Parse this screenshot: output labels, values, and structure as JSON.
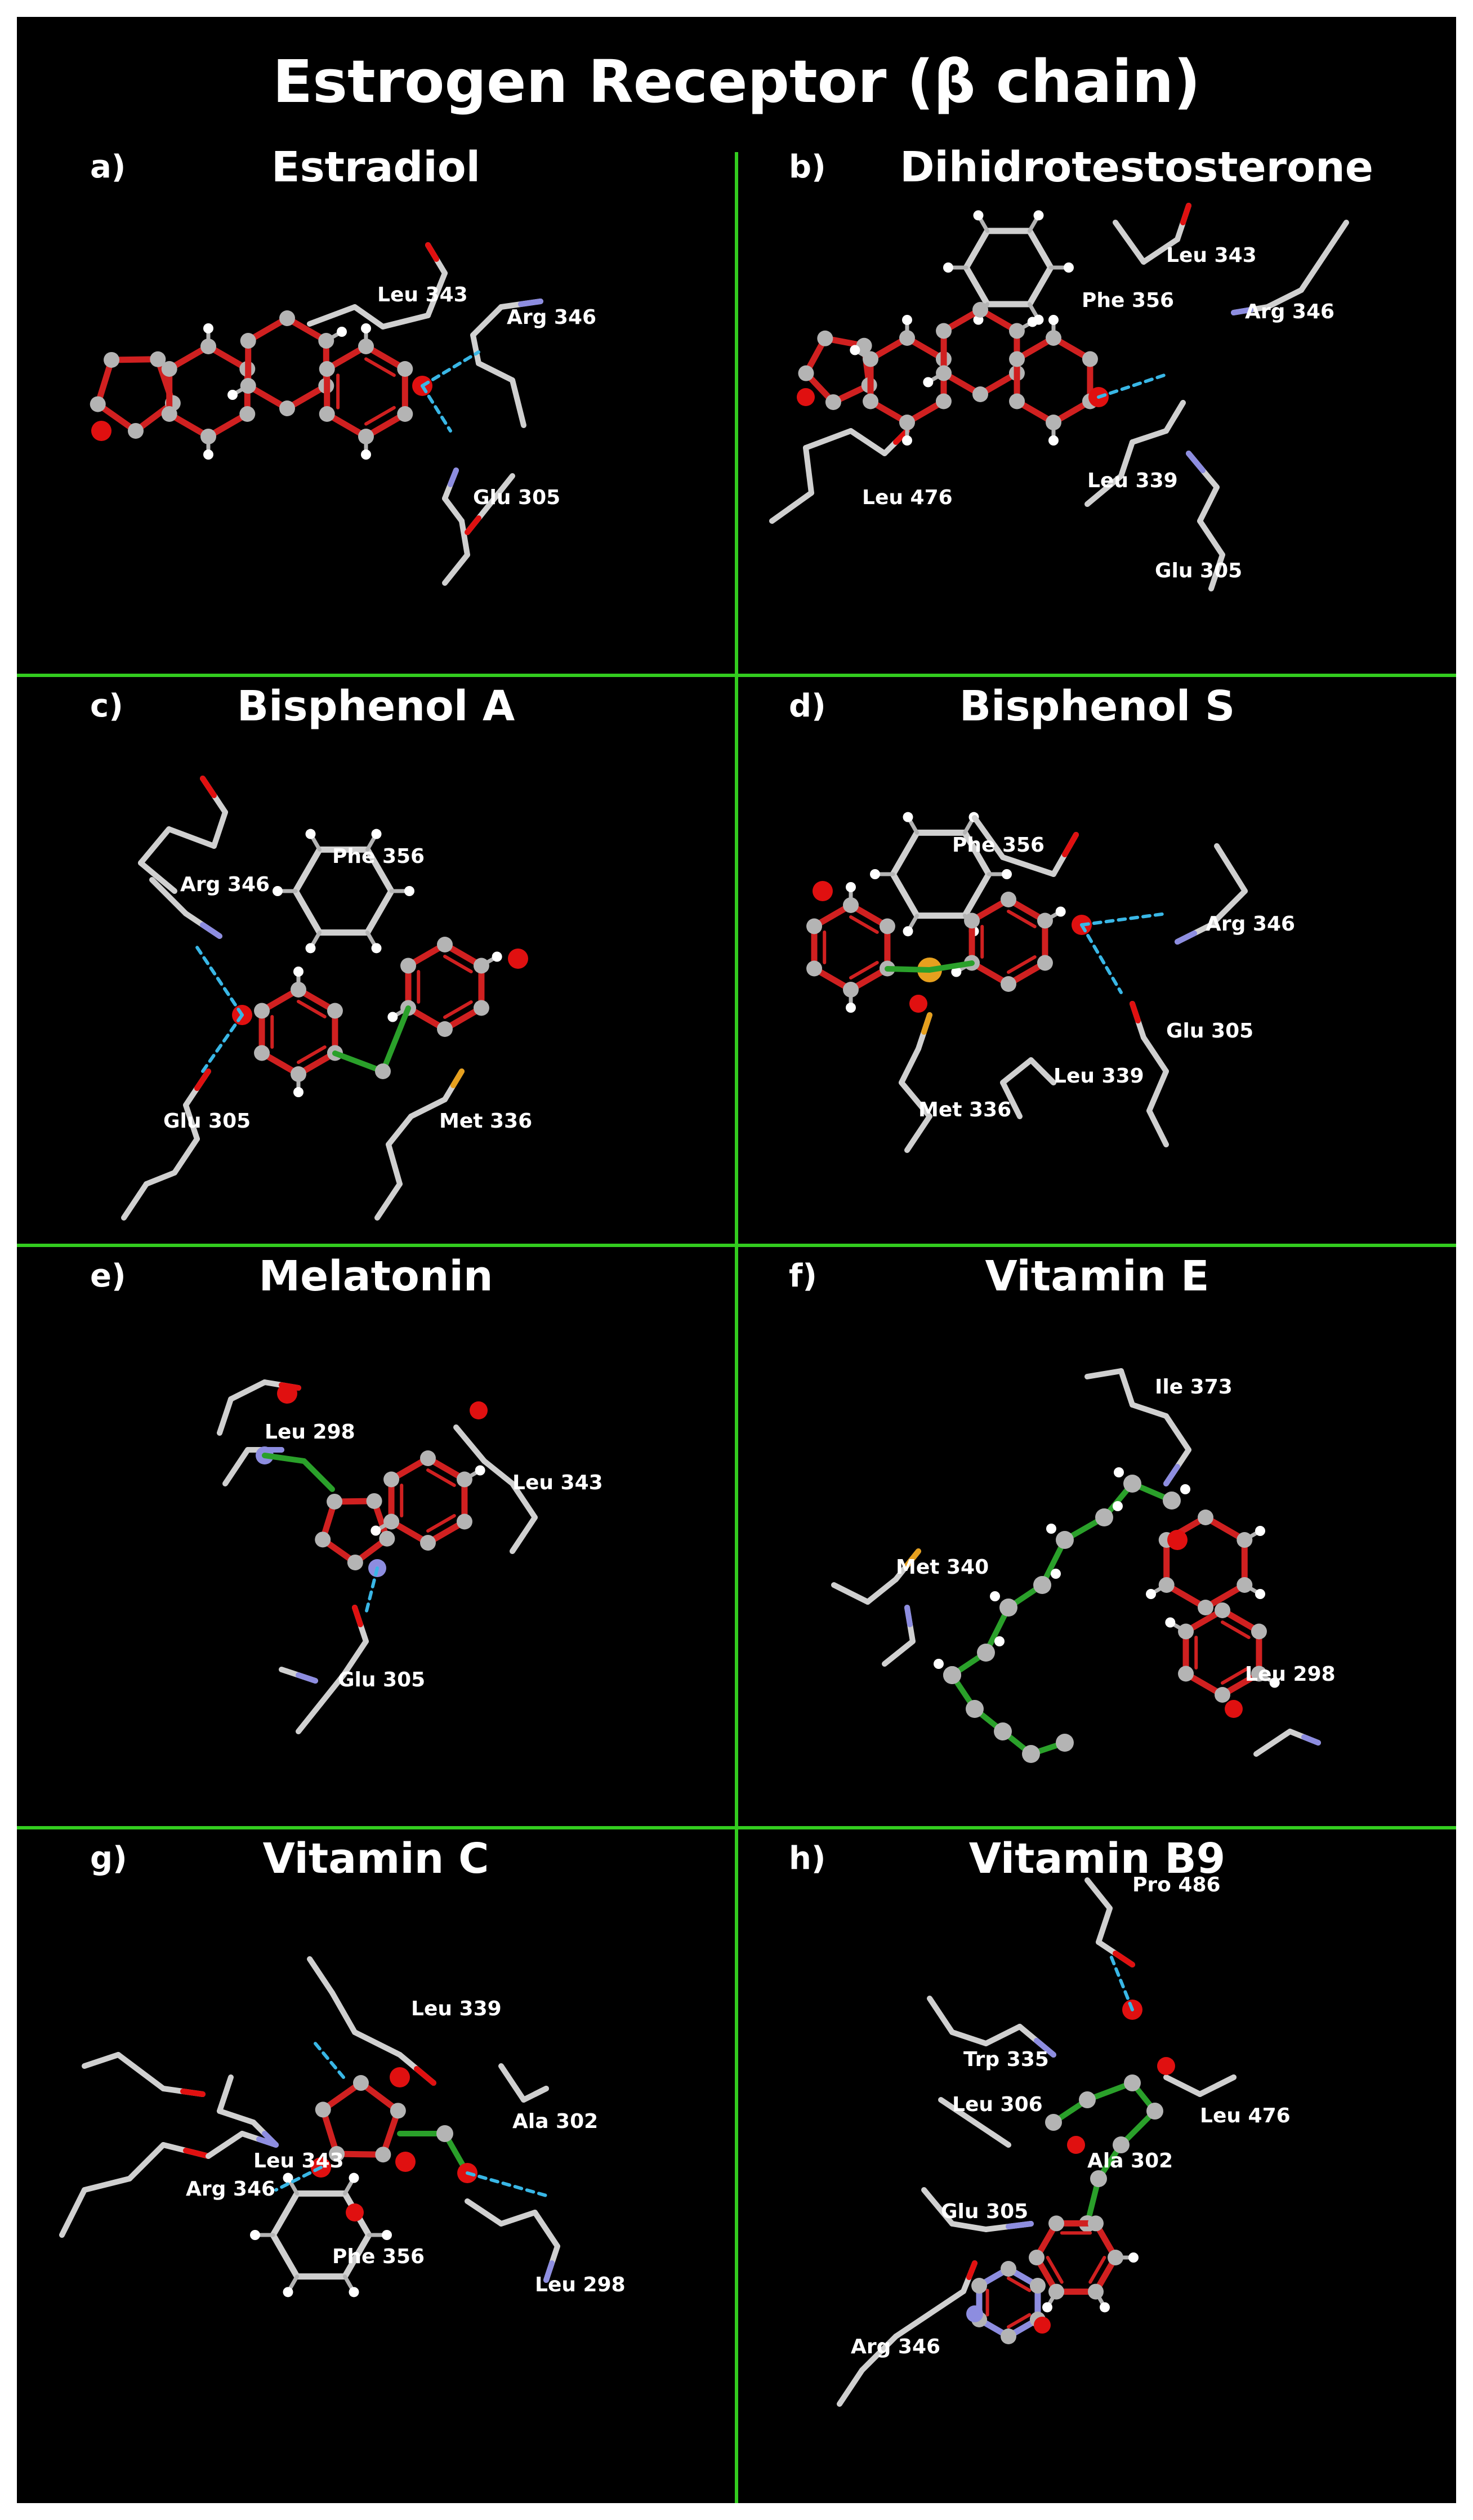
{
  "title": "Estrogen Receptor (β chain)",
  "colors": {
    "background": "#000000",
    "divider": "#33cc1f",
    "carbon": "#b4b4b4",
    "oxygen": "#e01010",
    "nitrogen": "#8d8de0",
    "sulfur": "#e6a01e",
    "hydrogen": "#ffffff",
    "hbond": "#39b7e6",
    "bond_ring": "#d02020",
    "bond_chain": "#2aa02a",
    "residue": "#d0d0d0"
  },
  "panels": [
    {
      "letter": "a)",
      "title": "Estradiol",
      "residues": [
        "Leu 343",
        "Arg 346",
        "Glu 305"
      ]
    },
    {
      "letter": "b)",
      "title": "Dihidrotestosterone",
      "residues": [
        "Leu 343",
        "Phe 356",
        "Arg 346",
        "Leu 476",
        "Leu 339",
        "Glu 305"
      ]
    },
    {
      "letter": "c)",
      "title": "Bisphenol A",
      "residues": [
        "Arg 346",
        "Phe 356",
        "Glu 305",
        "Met 336"
      ]
    },
    {
      "letter": "d)",
      "title": "Bisphenol S",
      "residues": [
        "Phe 356",
        "Arg 346",
        "Glu 305",
        "Leu 339",
        "Met 336"
      ]
    },
    {
      "letter": "e)",
      "title": "Melatonin",
      "residues": [
        "Leu 298",
        "Leu 343",
        "Glu 305"
      ]
    },
    {
      "letter": "f)",
      "title": "Vitamin E",
      "residues": [
        "Ile 373",
        "Met 340",
        "Leu 298"
      ]
    },
    {
      "letter": "g)",
      "title": "Vitamin C",
      "residues": [
        "Leu 339",
        "Leu 343",
        "Ala 302",
        "Arg 346",
        "Phe 356",
        "Leu 298"
      ]
    },
    {
      "letter": "h)",
      "title": "Vitamin B9",
      "residues": [
        "Pro 486",
        "Trp 335",
        "Leu 306",
        "Leu 476",
        "Ala 302",
        "Glu 305",
        "Arg 346"
      ]
    }
  ]
}
